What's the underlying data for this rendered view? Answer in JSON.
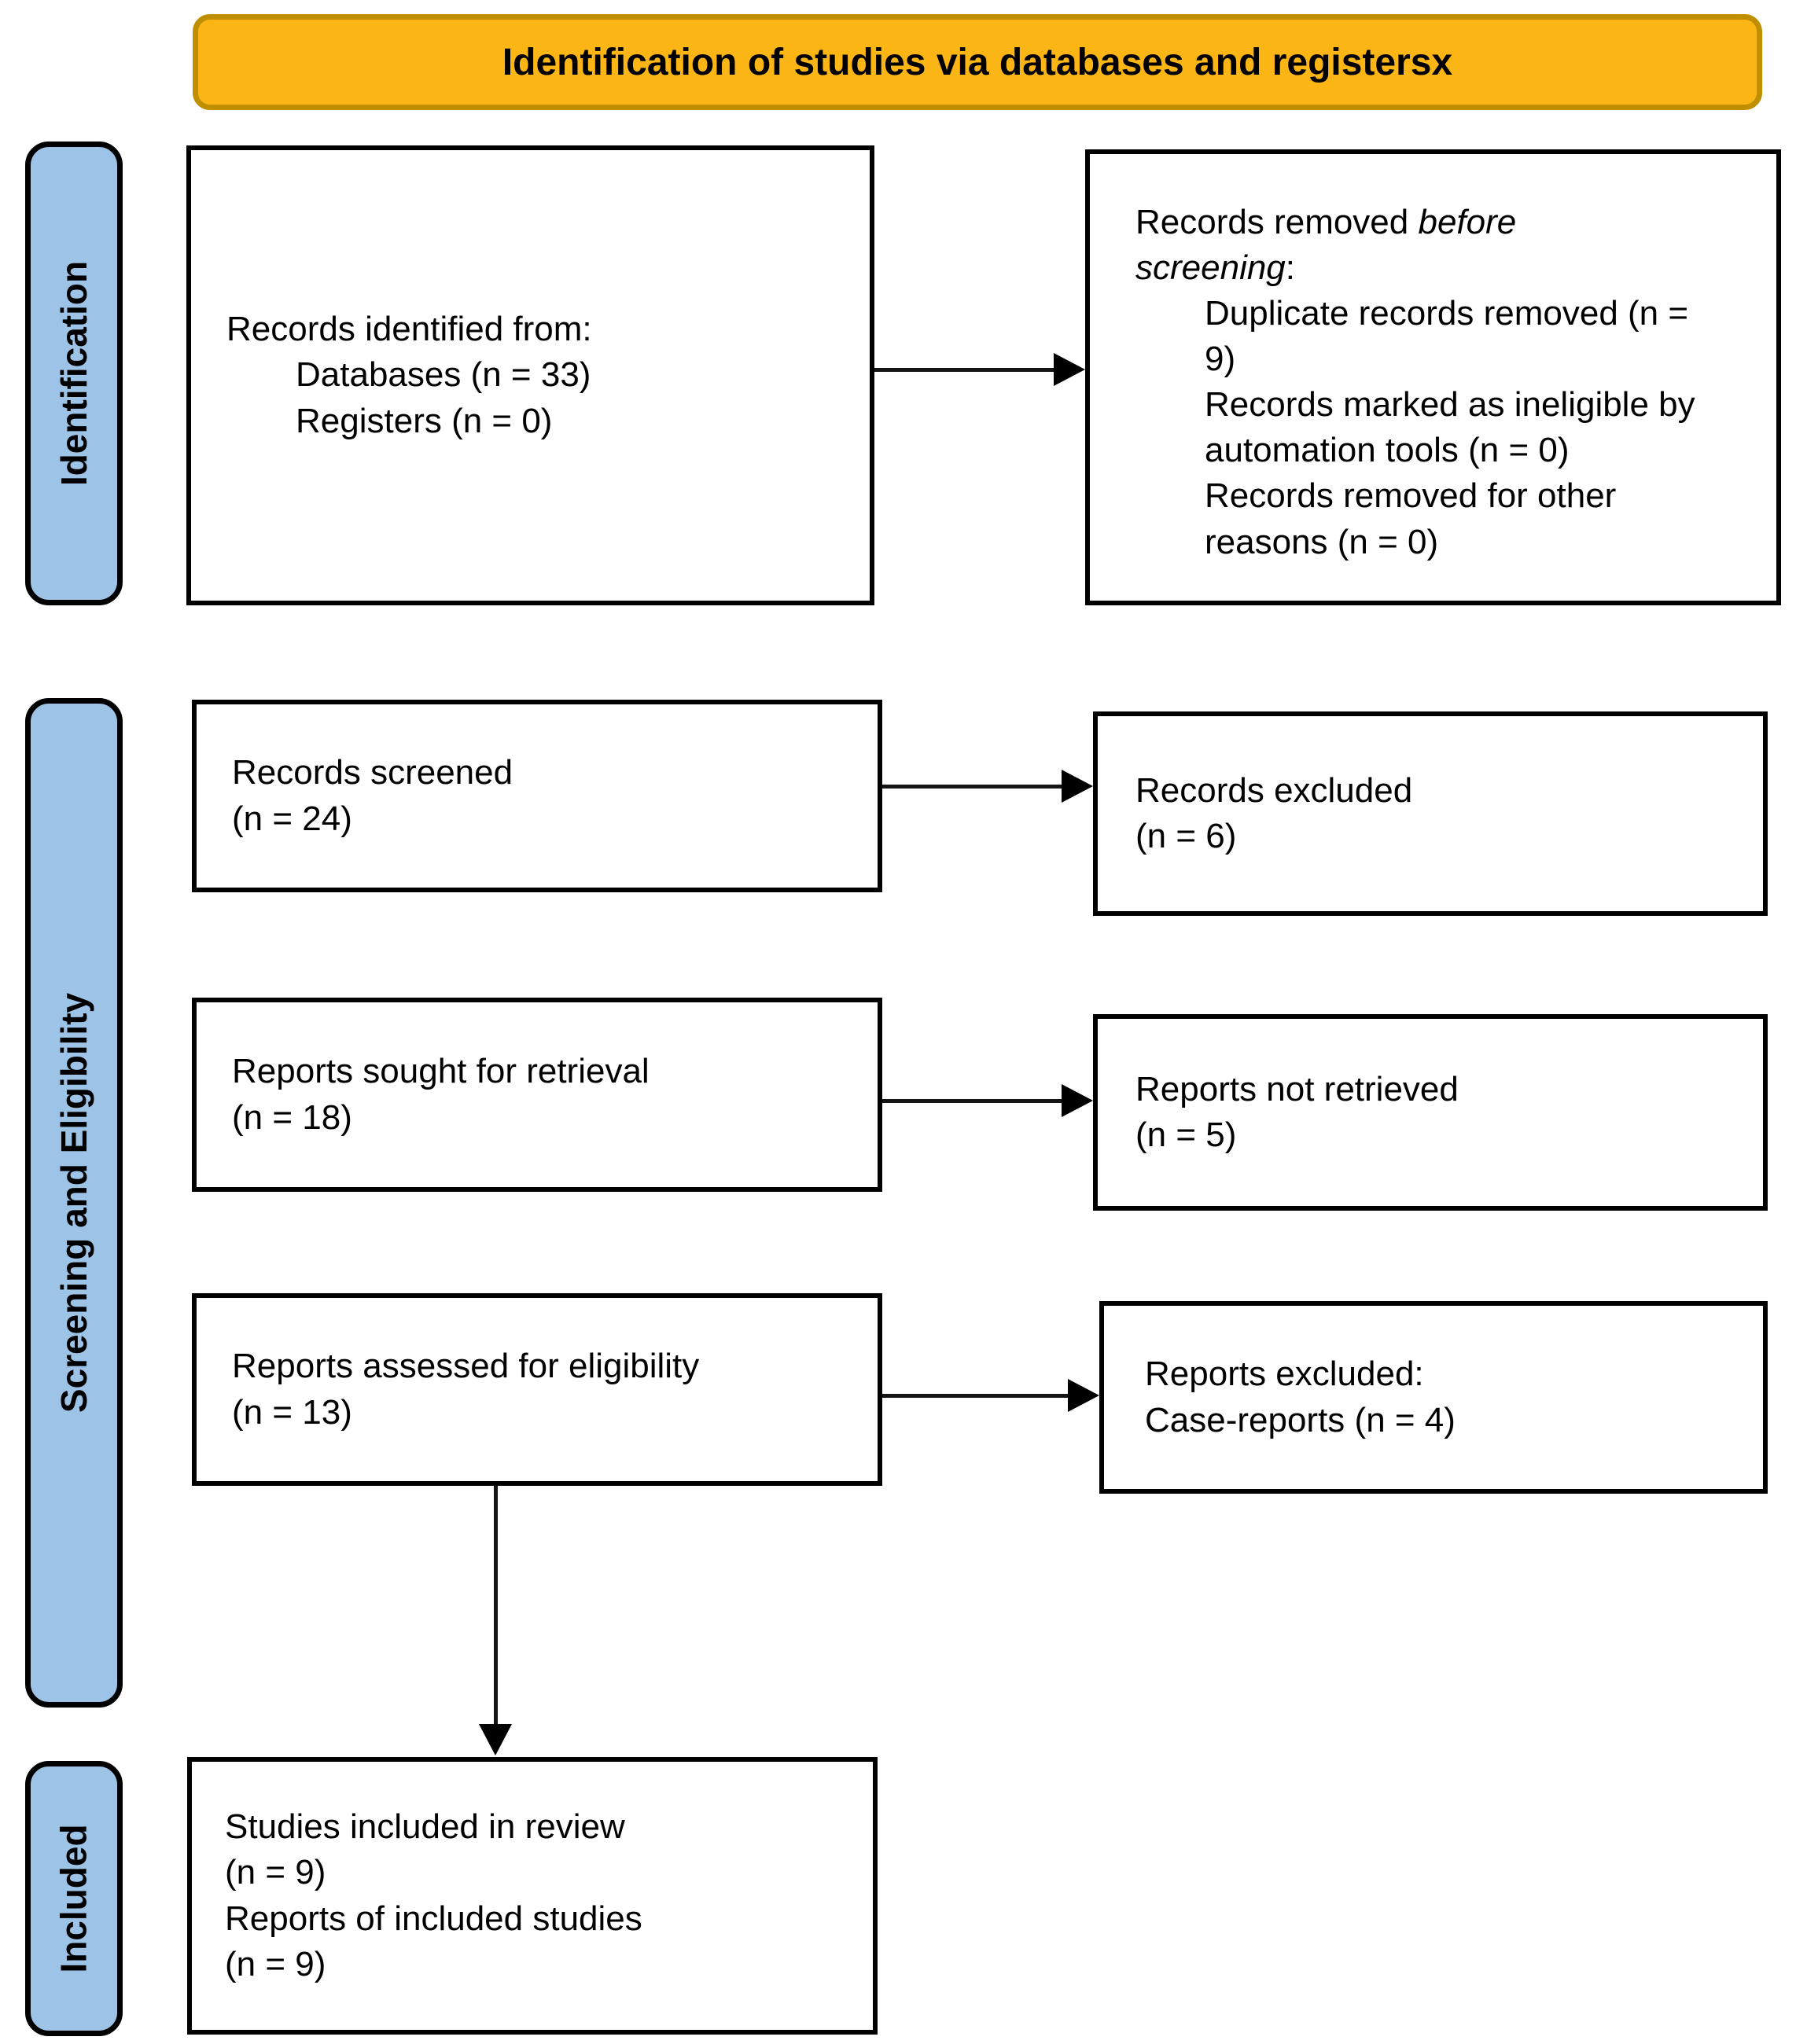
{
  "banner": {
    "title": "Identification of studies via databases and registersx"
  },
  "colors": {
    "banner_fill": "#FBB616",
    "banner_border": "#BF8F00",
    "stage_fill": "#9DC3E6"
  },
  "stages": {
    "identification": "Identification",
    "screening": "Screening and Eligibility",
    "included": "Included"
  },
  "flow": {
    "records_identified": {
      "heading": "Records identified from:",
      "items": [
        "Databases (n = 33)",
        "Registers (n = 0)"
      ]
    },
    "records_removed": {
      "lead": "Records removed ",
      "lead_italic": "before screening",
      "lead_end": ":",
      "items": [
        "Duplicate records removed (n = 9)",
        "Records marked as ineligible by automation tools (n = 0)",
        "Records removed for other reasons (n = 0)"
      ]
    },
    "records_screened": {
      "line1": "Records screened",
      "line2": "(n = 24)"
    },
    "records_excluded": {
      "line1": "Records excluded",
      "line2": "(n = 6)"
    },
    "reports_sought": {
      "line1": "Reports sought for retrieval",
      "line2": "(n = 18)"
    },
    "reports_not_retrieved": {
      "line1": "Reports not retrieved",
      "line2": "(n = 5)"
    },
    "reports_assessed": {
      "line1": "Reports assessed for eligibility",
      "line2": "(n = 13)"
    },
    "reports_excluded": {
      "line1": "Reports excluded:",
      "line2": "Case-reports (n = 4)"
    },
    "included_studies": {
      "line1": "Studies included in review",
      "line2": "(n = 9)",
      "line3": "Reports of included studies",
      "line4": "(n = 9)"
    }
  }
}
